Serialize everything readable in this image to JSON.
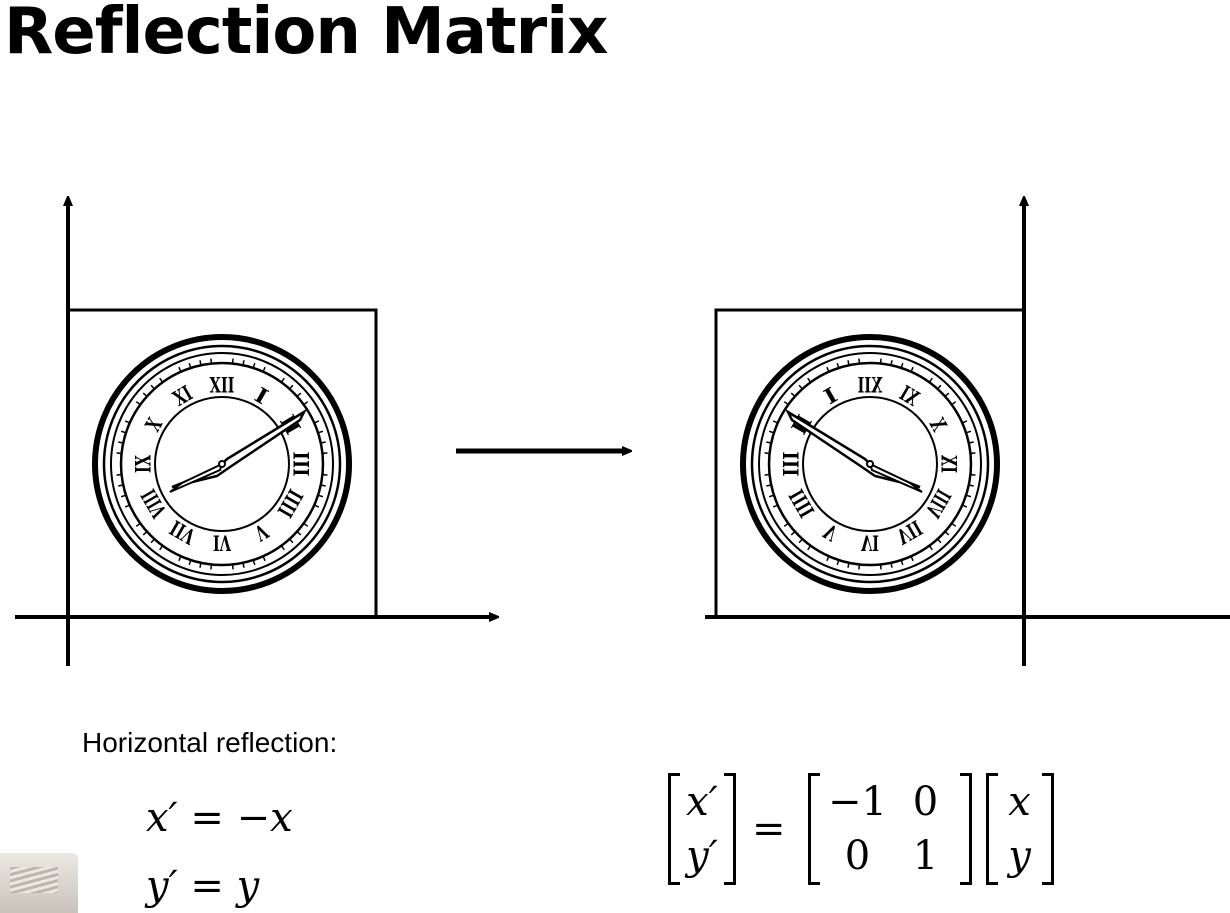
{
  "slide": {
    "title": "Reflection Matrix",
    "caption": "Horizontal reflection:",
    "equation_x": {
      "lhs": "x′",
      "eq": "=",
      "rhs": "−x"
    },
    "equation_y": {
      "lhs": "y′",
      "eq": "=",
      "rhs": "y"
    },
    "matrix_equation": {
      "result_vector": [
        "x′",
        "y′"
      ],
      "equals": "=",
      "matrix": [
        [
          "−1",
          "0"
        ],
        [
          "0",
          "1"
        ]
      ],
      "input_vector": [
        "x",
        "y"
      ]
    }
  },
  "diagram": {
    "left_panel": "original clock image in first quadrant",
    "right_panel": "clock image reflected across the y-axis",
    "roman_numerals": [
      "XII",
      "I",
      "II",
      "III",
      "IIII",
      "V",
      "VI",
      "VII",
      "VIII",
      "IX",
      "X",
      "XI"
    ]
  }
}
